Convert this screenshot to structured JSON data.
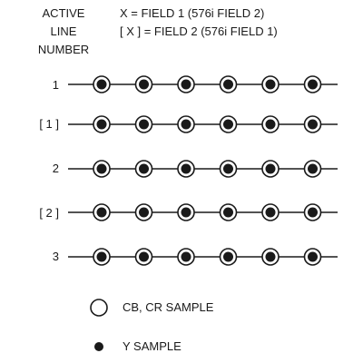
{
  "header": {
    "left_lines": [
      "ACTIVE",
      "LINE",
      "NUMBER"
    ],
    "field_lines": [
      "X = FIELD 1 (576i FIELD 2)",
      "[ X ] = FIELD 2 (576i FIELD 1)"
    ]
  },
  "rows": [
    {
      "label": "1"
    },
    {
      "label": "[ 1 ]"
    },
    {
      "label": "2"
    },
    {
      "label": "[ 2 ]"
    },
    {
      "label": "3"
    }
  ],
  "samples_per_row": 6,
  "legend": {
    "cb_cr": "CB, CR SAMPLE",
    "y": "Y SAMPLE"
  },
  "colors": {
    "ink": "#1a1a1a",
    "background": "#ffffff"
  }
}
